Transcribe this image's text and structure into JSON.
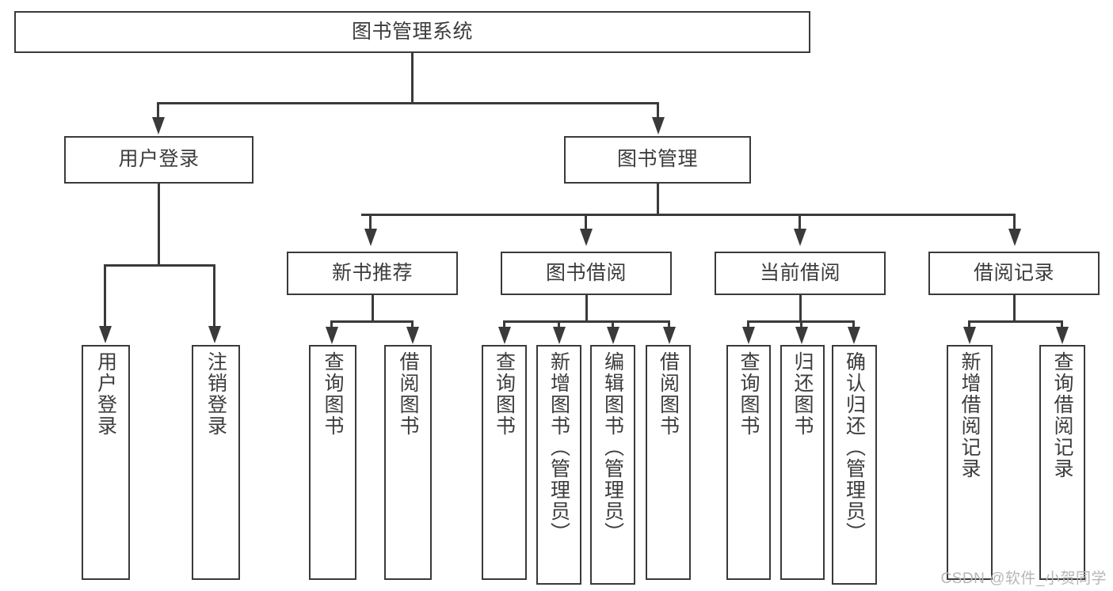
{
  "diagram": {
    "title": "图书管理系统",
    "type": "tree",
    "root": {
      "label": "图书管理系统"
    },
    "level1": [
      {
        "label": "用户登录"
      },
      {
        "label": "图书管理"
      }
    ],
    "level2": [
      {
        "label": "新书推荐"
      },
      {
        "label": "图书借阅"
      },
      {
        "label": "当前借阅"
      },
      {
        "label": "借阅记录"
      }
    ],
    "leaves": {
      "user_login": [
        {
          "label": "用户登录"
        },
        {
          "label": "注销登录"
        }
      ],
      "new_book_recommend": [
        {
          "label": "查询图书"
        },
        {
          "label": "借阅图书"
        }
      ],
      "book_borrow": [
        {
          "label": "查询图书"
        },
        {
          "label": "新增图书（管理员）"
        },
        {
          "label": "编辑图书（管理员）"
        },
        {
          "label": "借阅图书"
        }
      ],
      "current_borrow": [
        {
          "label": "查询图书"
        },
        {
          "label": "归还图书"
        },
        {
          "label": "确认归还（管理员）"
        }
      ],
      "borrow_record": [
        {
          "label": "新增借阅记录"
        },
        {
          "label": "查询借阅记录"
        }
      ]
    }
  },
  "watermark": {
    "text": "CSDN @软件_小贺同学"
  },
  "colors": {
    "border": "#3a3a3a",
    "text": "#3c3c3c",
    "background": "#ffffff",
    "watermark": "#b6b6b6"
  }
}
